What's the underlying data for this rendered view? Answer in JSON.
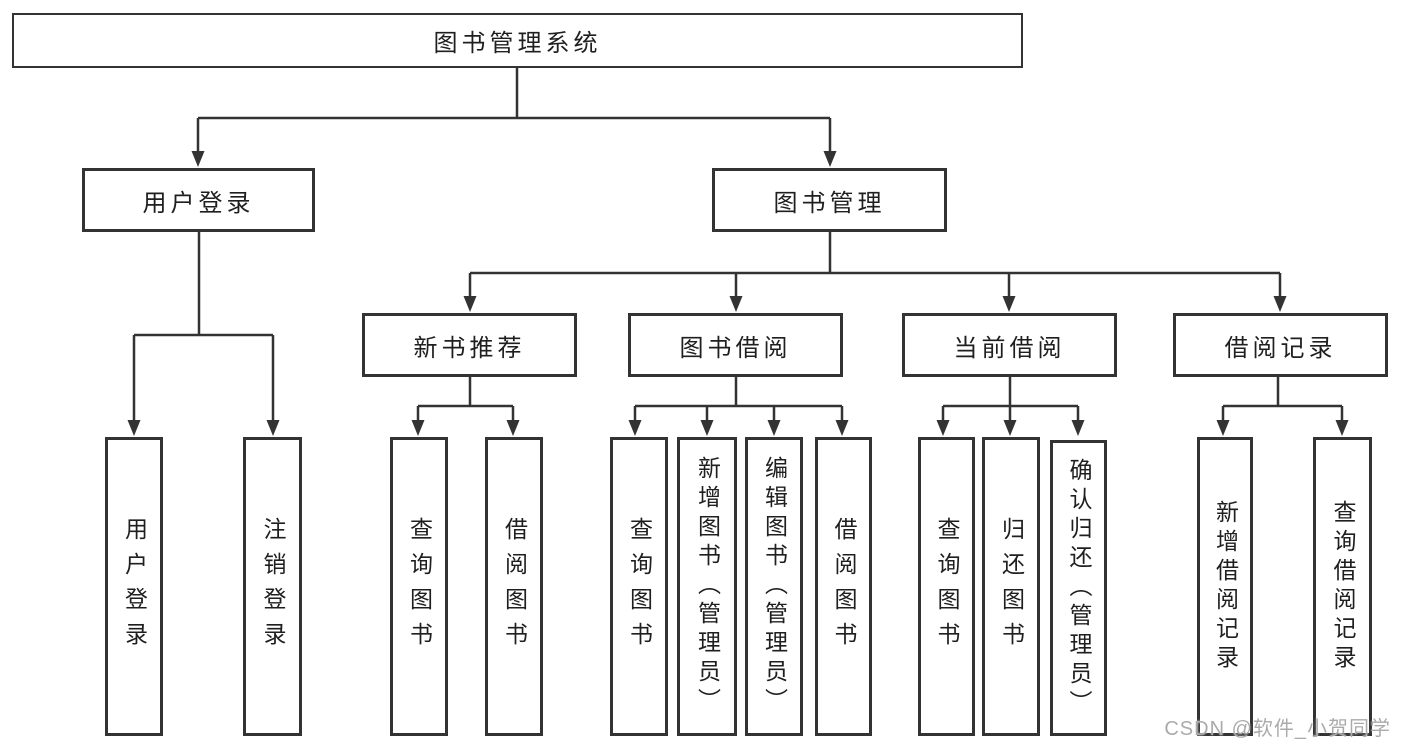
{
  "diagram_title": "图书管理系统",
  "watermark": "CSDN @软件_小贺同学",
  "colors": {
    "line": "#333333",
    "text": "#1f1f1f",
    "bg": "#ffffff",
    "watermark": "#ababab"
  },
  "tree": {
    "label": "图书管理系统",
    "children": [
      {
        "label": "用户登录",
        "children": [
          {
            "label": "用户登录"
          },
          {
            "label": "注销登录"
          }
        ]
      },
      {
        "label": "图书管理",
        "children": [
          {
            "label": "新书推荐",
            "children": [
              {
                "label": "查询图书"
              },
              {
                "label": "借阅图书"
              }
            ]
          },
          {
            "label": "图书借阅",
            "children": [
              {
                "label": "查询图书"
              },
              {
                "label": "新增图书（管理员）"
              },
              {
                "label": "编辑图书（管理员）"
              },
              {
                "label": "借阅图书"
              }
            ]
          },
          {
            "label": "当前借阅",
            "children": [
              {
                "label": "查询图书"
              },
              {
                "label": "归还图书"
              },
              {
                "label": "确认归还（管理员）"
              }
            ]
          },
          {
            "label": "借阅记录",
            "children": [
              {
                "label": "新增借阅记录"
              },
              {
                "label": "查询借阅记录"
              }
            ]
          }
        ]
      }
    ]
  }
}
